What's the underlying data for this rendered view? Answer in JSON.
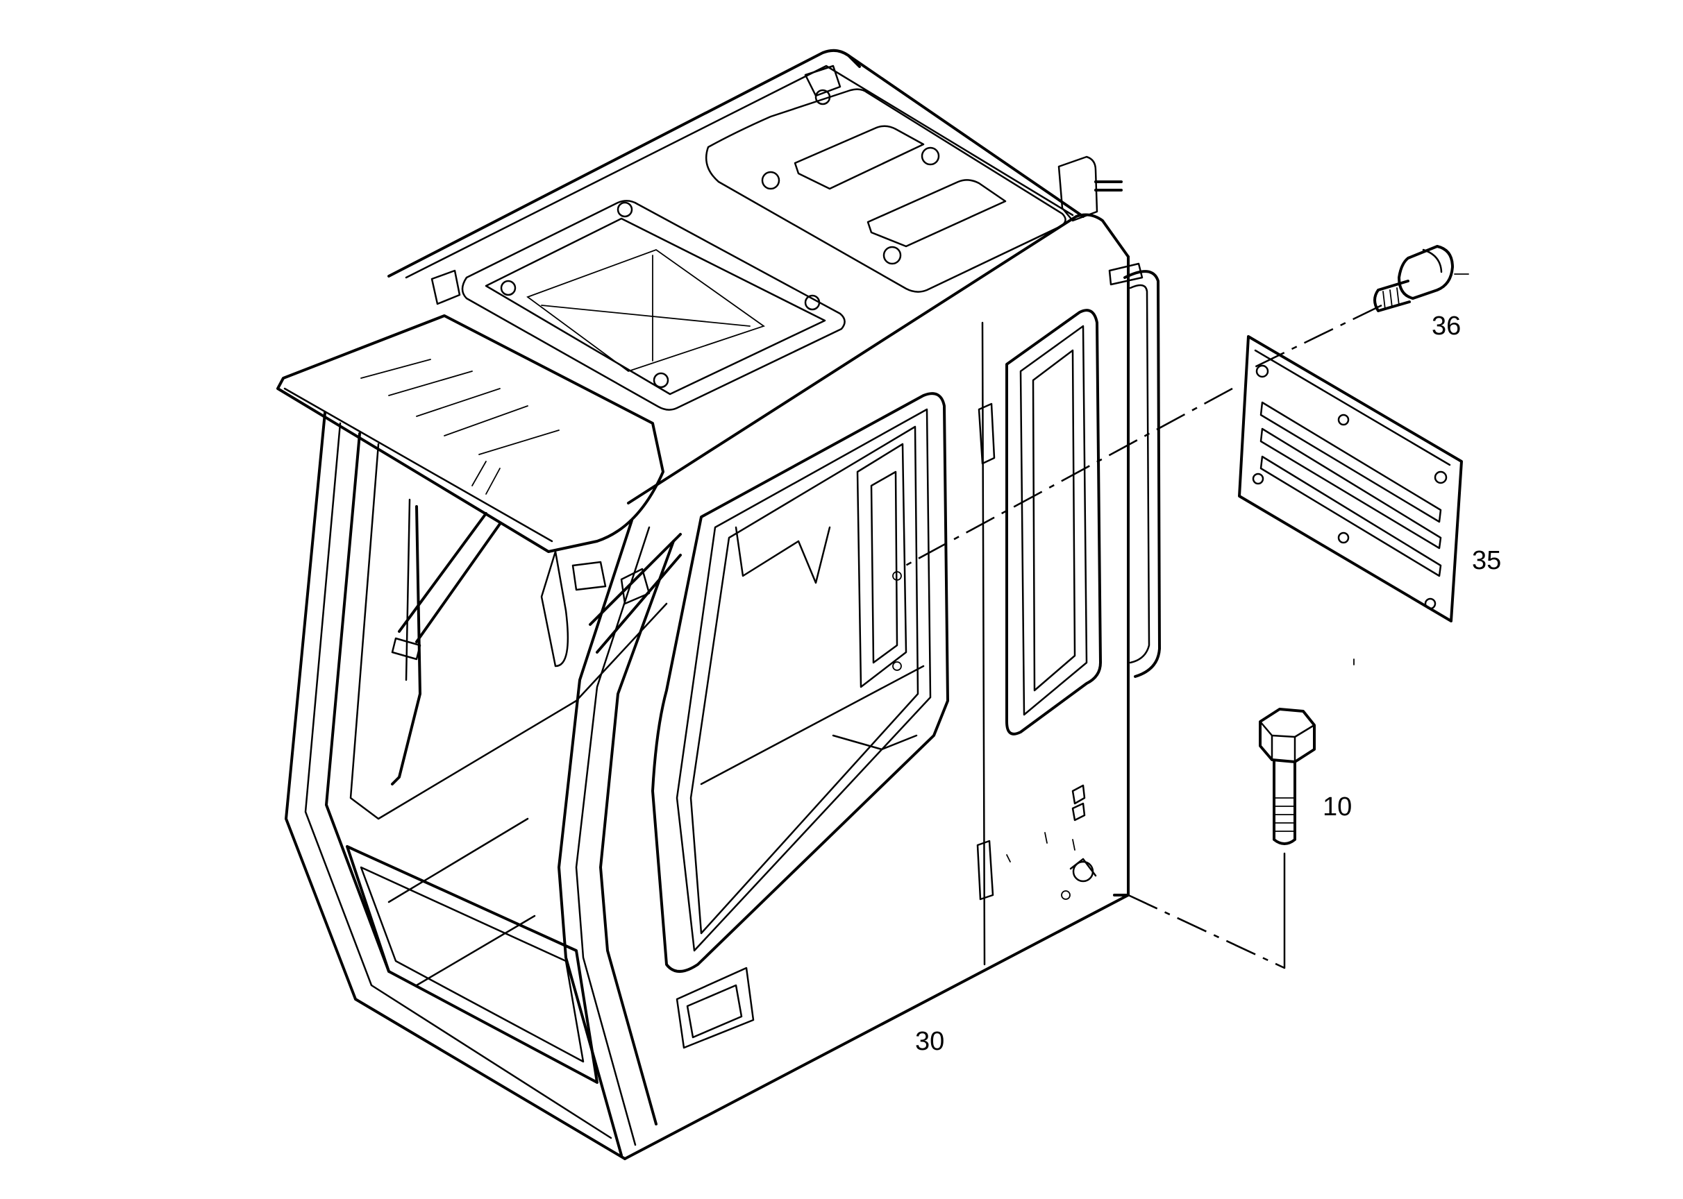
{
  "callouts": {
    "p30": "30",
    "p35": "35",
    "p36": "36",
    "p10": "10"
  },
  "colors": {
    "line": "#000000",
    "background": "#ffffff"
  }
}
